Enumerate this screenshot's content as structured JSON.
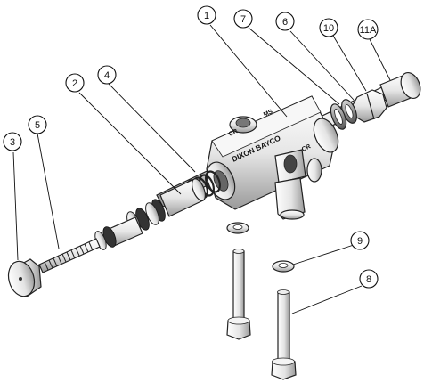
{
  "callouts": [
    {
      "label": "1"
    },
    {
      "label": "2"
    },
    {
      "label": "3"
    },
    {
      "label": "4"
    },
    {
      "label": "5"
    },
    {
      "label": "6"
    },
    {
      "label": "7"
    },
    {
      "label": "8"
    },
    {
      "label": "9"
    },
    {
      "label": "10"
    },
    {
      "label": "11A"
    }
  ],
  "engravings": {
    "body_text": "DIXON BAYCO",
    "port_mark": "CR",
    "side_mark": "MS"
  },
  "colors": {
    "stroke": "#222222",
    "metal_light": "#f2f2f2",
    "metal_mid": "#d0d0d0",
    "metal_dark": "#8a8a8a",
    "background": "#ffffff"
  }
}
